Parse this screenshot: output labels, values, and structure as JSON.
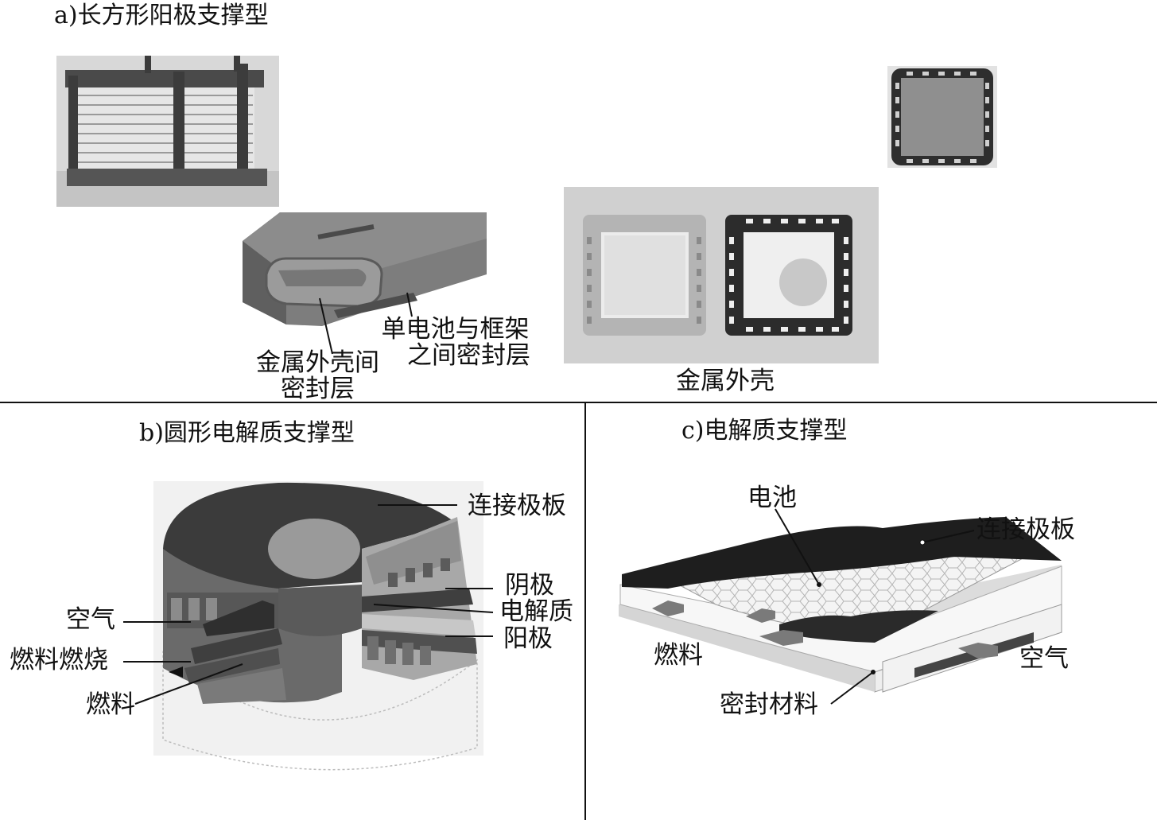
{
  "panel_a": {
    "caption": "a)长方形阳极支撑型",
    "labels": {
      "seal_cell_frame_l1": "单电池与框架",
      "seal_cell_frame_l2": "之间密封层",
      "seal_shell_l1": "金属外壳间",
      "seal_shell_l2": "密封层",
      "metal_shell": "金属外壳"
    }
  },
  "panel_b": {
    "caption": "b)圆形电解质支撑型",
    "labels": {
      "interconnect": "连接极板",
      "cathode": "阴极",
      "electrolyte": "电解质",
      "anode": "阳极",
      "air": "空气",
      "fuel_combustion": "燃料燃烧",
      "fuel": "燃料"
    }
  },
  "panel_c": {
    "caption": "c)电解质支撑型",
    "labels": {
      "cell": "电池",
      "interconnect": "连接极板",
      "fuel": "燃料",
      "air": "空气",
      "sealant": "密封材料"
    }
  },
  "colors": {
    "ink": "#111111",
    "photo_bg": "#d2d2d2",
    "dark_gray": "#3a3a3a",
    "mid_gray": "#7a7a7a",
    "light_gray": "#bdbdbd"
  }
}
